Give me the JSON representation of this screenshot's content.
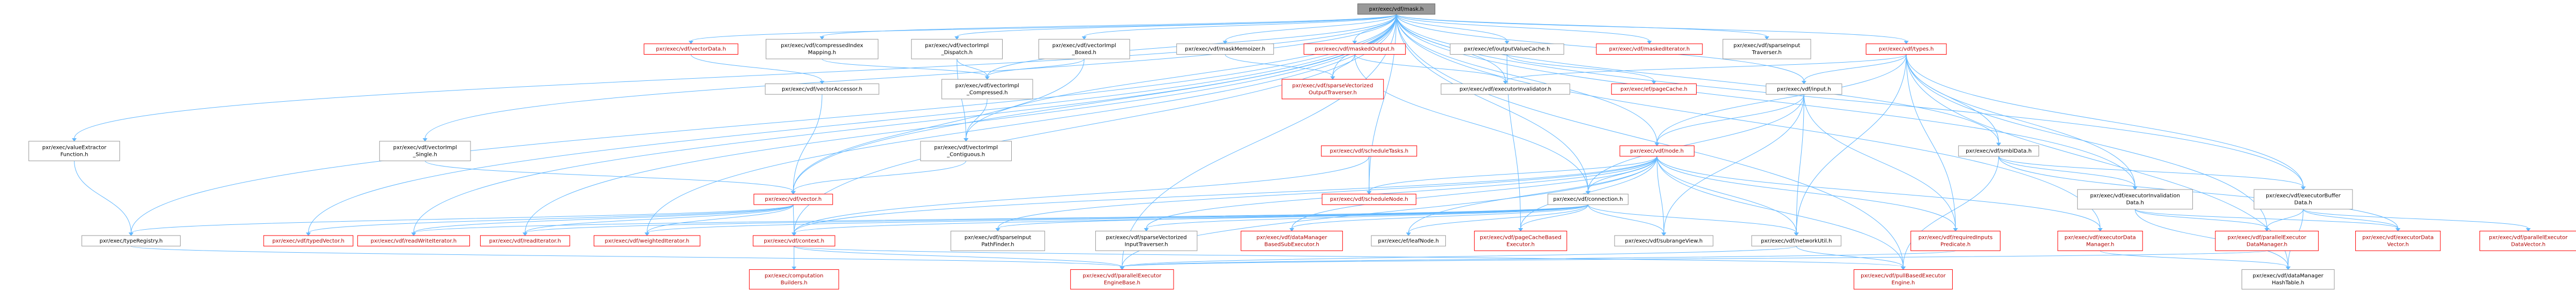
{
  "title": "pxr/exec/vdf/mask.h include dependency graph",
  "colors": {
    "edge": "#63b8ff",
    "node_border": "#999999",
    "red_border": "#ff0000",
    "root_fill": "#999999"
  },
  "nodes": [
    {
      "id": "n0",
      "lines": [
        "pxr/exec/vdf/mask.h"
      ],
      "style": "root"
    },
    {
      "id": "n1",
      "lines": [
        "pxr/exec/vdf/vectorData.h"
      ],
      "style": "red"
    },
    {
      "id": "n2",
      "lines": [
        "pxr/exec/vdf/compressedIndex",
        "Mapping.h"
      ],
      "style": "plain"
    },
    {
      "id": "n3",
      "lines": [
        "pxr/exec/vdf/vectorImpl",
        "_Dispatch.h"
      ],
      "style": "plain"
    },
    {
      "id": "n4",
      "lines": [
        "pxr/exec/vdf/vectorImpl",
        "_Boxed.h"
      ],
      "style": "plain"
    },
    {
      "id": "n5",
      "lines": [
        "pxr/exec/vdf/maskMemoizer.h"
      ],
      "style": "plain"
    },
    {
      "id": "n6",
      "lines": [
        "pxr/exec/vdf/maskedOutput.h"
      ],
      "style": "red"
    },
    {
      "id": "n7",
      "lines": [
        "pxr/exec/ef/outputValueCache.h"
      ],
      "style": "plain"
    },
    {
      "id": "n8",
      "lines": [
        "pxr/exec/vdf/maskedIterator.h"
      ],
      "style": "red"
    },
    {
      "id": "n9",
      "lines": [
        "pxr/exec/vdf/sparseInput",
        "Traverser.h"
      ],
      "style": "plain"
    },
    {
      "id": "n10",
      "lines": [
        "pxr/exec/vdf/types.h"
      ],
      "style": "red"
    },
    {
      "id": "n11",
      "lines": [
        "pxr/exec/vdf/vectorAccessor.h"
      ],
      "style": "plain"
    },
    {
      "id": "n12",
      "lines": [
        "pxr/exec/vdf/vectorImpl",
        "_Compressed.h"
      ],
      "style": "plain"
    },
    {
      "id": "n13",
      "lines": [
        "pxr/exec/vdf/sparseVectorized",
        "OutputTraverser.h"
      ],
      "style": "red"
    },
    {
      "id": "n14",
      "lines": [
        "pxr/exec/vdf/executorInvalidator.h"
      ],
      "style": "plain"
    },
    {
      "id": "n15",
      "lines": [
        "pxr/exec/ef/pageCache.h"
      ],
      "style": "red"
    },
    {
      "id": "n16",
      "lines": [
        "pxr/exec/vdf/input.h"
      ],
      "style": "plain"
    },
    {
      "id": "n17",
      "lines": [
        "pxr/exec/valueExtractor",
        "Function.h"
      ],
      "style": "plain"
    },
    {
      "id": "n18",
      "lines": [
        "pxr/exec/vdf/vectorImpl",
        "_Single.h"
      ],
      "style": "plain"
    },
    {
      "id": "n19",
      "lines": [
        "pxr/exec/vdf/vectorImpl",
        "_Contiguous.h"
      ],
      "style": "plain"
    },
    {
      "id": "n20",
      "lines": [
        "pxr/exec/vdf/scheduleTasks.h"
      ],
      "style": "red"
    },
    {
      "id": "n21",
      "lines": [
        "pxr/exec/vdf/node.h"
      ],
      "style": "red"
    },
    {
      "id": "n22",
      "lines": [
        "pxr/exec/vdf/smblData.h"
      ],
      "style": "plain"
    },
    {
      "id": "n23",
      "lines": [
        "pxr/exec/vdf/vector.h"
      ],
      "style": "red"
    },
    {
      "id": "n24",
      "lines": [
        "pxr/exec/vdf/scheduleNode.h"
      ],
      "style": "red"
    },
    {
      "id": "n25",
      "lines": [
        "pxr/exec/vdf/connection.h"
      ],
      "style": "plain"
    },
    {
      "id": "n26",
      "lines": [
        "pxr/exec/vdf/executorInvalidation",
        "Data.h"
      ],
      "style": "plain"
    },
    {
      "id": "n27",
      "lines": [
        "pxr/exec/vdf/executorBuffer",
        "Data.h"
      ],
      "style": "plain"
    },
    {
      "id": "n28",
      "lines": [
        "pxr/exec/typeRegistry.h"
      ],
      "style": "plain"
    },
    {
      "id": "n29",
      "lines": [
        "pxr/exec/vdf/typedVector.h"
      ],
      "style": "red"
    },
    {
      "id": "n30",
      "lines": [
        "pxr/exec/vdf/readWriteIterator.h"
      ],
      "style": "red"
    },
    {
      "id": "n31",
      "lines": [
        "pxr/exec/vdf/readIterator.h"
      ],
      "style": "red"
    },
    {
      "id": "n32",
      "lines": [
        "pxr/exec/vdf/weightedIterator.h"
      ],
      "style": "red"
    },
    {
      "id": "n33",
      "lines": [
        "pxr/exec/vdf/context.h"
      ],
      "style": "red"
    },
    {
      "id": "n34",
      "lines": [
        "pxr/exec/vdf/sparseInput",
        "PathFinder.h"
      ],
      "style": "plain"
    },
    {
      "id": "n35",
      "lines": [
        "pxr/exec/vdf/sparseVectorized",
        "InputTraverser.h"
      ],
      "style": "plain"
    },
    {
      "id": "n36",
      "lines": [
        "pxr/exec/vdf/dataManager",
        "BasedSubExecutor.h"
      ],
      "style": "red"
    },
    {
      "id": "n37",
      "lines": [
        "pxr/exec/ef/leafNode.h"
      ],
      "style": "plain"
    },
    {
      "id": "n38",
      "lines": [
        "pxr/exec/vdf/pageCacheBased",
        "Executor.h"
      ],
      "style": "red"
    },
    {
      "id": "n39",
      "lines": [
        "pxr/exec/vdf/subrangeView.h"
      ],
      "style": "plain"
    },
    {
      "id": "n40",
      "lines": [
        "pxr/exec/vdf/networkUtil.h"
      ],
      "style": "plain"
    },
    {
      "id": "n41",
      "lines": [
        "pxr/exec/vdf/requiredInputs",
        "Predicate.h"
      ],
      "style": "red"
    },
    {
      "id": "n42",
      "lines": [
        "pxr/exec/vdf/executorData",
        "Manager.h"
      ],
      "style": "red"
    },
    {
      "id": "n43",
      "lines": [
        "pxr/exec/vdf/parallelExecutor",
        "DataManager.h"
      ],
      "style": "red"
    },
    {
      "id": "n44",
      "lines": [
        "pxr/exec/vdf/executorData",
        "Vector.h"
      ],
      "style": "red"
    },
    {
      "id": "n45",
      "lines": [
        "pxr/exec/vdf/parallelExecutor",
        "DataVector.h"
      ],
      "style": "red"
    },
    {
      "id": "n46",
      "lines": [
        "pxr/exec/computation",
        "Builders.h"
      ],
      "style": "red"
    },
    {
      "id": "n47",
      "lines": [
        "pxr/exec/vdf/parallelExecutor",
        "EngineBase.h"
      ],
      "style": "red"
    },
    {
      "id": "n48",
      "lines": [
        "pxr/exec/vdf/pullBasedExecutor",
        "Engine.h"
      ],
      "style": "red"
    },
    {
      "id": "n49",
      "lines": [
        "pxr/exec/vdf/dataManager",
        "HashTable.h"
      ],
      "style": "plain"
    }
  ],
  "edges": [
    [
      "n0",
      "n1"
    ],
    [
      "n0",
      "n2"
    ],
    [
      "n0",
      "n3"
    ],
    [
      "n0",
      "n4"
    ],
    [
      "n0",
      "n5"
    ],
    [
      "n0",
      "n6"
    ],
    [
      "n0",
      "n7"
    ],
    [
      "n0",
      "n8"
    ],
    [
      "n0",
      "n9"
    ],
    [
      "n0",
      "n10"
    ],
    [
      "n0",
      "n12"
    ],
    [
      "n0",
      "n13"
    ],
    [
      "n0",
      "n14"
    ],
    [
      "n0",
      "n16"
    ],
    [
      "n0",
      "n17"
    ],
    [
      "n0",
      "n18"
    ],
    [
      "n0",
      "n19"
    ],
    [
      "n0",
      "n21"
    ],
    [
      "n0",
      "n22"
    ],
    [
      "n0",
      "n23"
    ],
    [
      "n0",
      "n24"
    ],
    [
      "n0",
      "n25"
    ],
    [
      "n0",
      "n26"
    ],
    [
      "n0",
      "n27"
    ],
    [
      "n0",
      "n28"
    ],
    [
      "n0",
      "n29"
    ],
    [
      "n0",
      "n30"
    ],
    [
      "n0",
      "n31"
    ],
    [
      "n0",
      "n32"
    ],
    [
      "n0",
      "n33"
    ],
    [
      "n0",
      "n42"
    ],
    [
      "n0",
      "n47"
    ],
    [
      "n0",
      "n48"
    ],
    [
      "n1",
      "n11"
    ],
    [
      "n2",
      "n12"
    ],
    [
      "n3",
      "n19"
    ],
    [
      "n3",
      "n12"
    ],
    [
      "n4",
      "n12"
    ],
    [
      "n4",
      "n23"
    ],
    [
      "n5",
      "n13"
    ],
    [
      "n6",
      "n13"
    ],
    [
      "n6",
      "n14"
    ],
    [
      "n6",
      "n25"
    ],
    [
      "n7",
      "n15"
    ],
    [
      "n7",
      "n38"
    ],
    [
      "n10",
      "n14"
    ],
    [
      "n10",
      "n16"
    ],
    [
      "n10",
      "n21"
    ],
    [
      "n10",
      "n22"
    ],
    [
      "n10",
      "n26"
    ],
    [
      "n10",
      "n27"
    ],
    [
      "n10",
      "n40"
    ],
    [
      "n10",
      "n41"
    ],
    [
      "n10",
      "n43"
    ],
    [
      "n10",
      "n49"
    ],
    [
      "n11",
      "n23"
    ],
    [
      "n12",
      "n19"
    ],
    [
      "n16",
      "n21"
    ],
    [
      "n16",
      "n25"
    ],
    [
      "n16",
      "n39"
    ],
    [
      "n16",
      "n40"
    ],
    [
      "n16",
      "n41"
    ],
    [
      "n17",
      "n28"
    ],
    [
      "n18",
      "n23"
    ],
    [
      "n19",
      "n23"
    ],
    [
      "n20",
      "n24"
    ],
    [
      "n20",
      "n33"
    ],
    [
      "n21",
      "n24"
    ],
    [
      "n21",
      "n25"
    ],
    [
      "n21",
      "n33"
    ],
    [
      "n21",
      "n34"
    ],
    [
      "n21",
      "n35"
    ],
    [
      "n21",
      "n36"
    ],
    [
      "n21",
      "n37"
    ],
    [
      "n21",
      "n38"
    ],
    [
      "n21",
      "n39"
    ],
    [
      "n21",
      "n40"
    ],
    [
      "n21",
      "n41"
    ],
    [
      "n21",
      "n42"
    ],
    [
      "n21",
      "n47"
    ],
    [
      "n21",
      "n48"
    ],
    [
      "n22",
      "n26"
    ],
    [
      "n22",
      "n27"
    ],
    [
      "n22",
      "n44"
    ],
    [
      "n22",
      "n48"
    ],
    [
      "n23",
      "n28"
    ],
    [
      "n23",
      "n29"
    ],
    [
      "n23",
      "n30"
    ],
    [
      "n23",
      "n31"
    ],
    [
      "n23",
      "n32"
    ],
    [
      "n23",
      "n33"
    ],
    [
      "n25",
      "n30"
    ],
    [
      "n25",
      "n31"
    ],
    [
      "n25",
      "n32"
    ],
    [
      "n25",
      "n33"
    ],
    [
      "n25",
      "n34"
    ],
    [
      "n25",
      "n35"
    ],
    [
      "n25",
      "n36"
    ],
    [
      "n25",
      "n37"
    ],
    [
      "n25",
      "n38"
    ],
    [
      "n25",
      "n39"
    ],
    [
      "n25",
      "n40"
    ],
    [
      "n26",
      "n43"
    ],
    [
      "n26",
      "n44"
    ],
    [
      "n26",
      "n49"
    ],
    [
      "n27",
      "n43"
    ],
    [
      "n27",
      "n44"
    ],
    [
      "n27",
      "n45"
    ],
    [
      "n27",
      "n49"
    ],
    [
      "n28",
      "n47"
    ],
    [
      "n33",
      "n46"
    ],
    [
      "n33",
      "n47"
    ],
    [
      "n33",
      "n48"
    ],
    [
      "n40",
      "n47"
    ],
    [
      "n40",
      "n48"
    ],
    [
      "n41",
      "n47"
    ],
    [
      "n42",
      "n49"
    ],
    [
      "n43",
      "n47"
    ]
  ]
}
